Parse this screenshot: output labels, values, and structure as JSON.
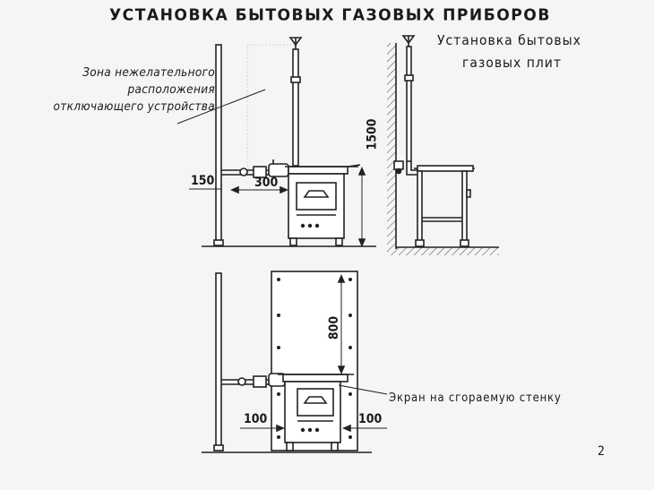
{
  "title": "УСТАНОВКА БЫТОВЫХ ГАЗОВЫХ ПРИБОРОВ",
  "subtitle_line1": "Установка бытовых",
  "subtitle_line2": "газовых плит",
  "zone_label": "Зона нежелательного расположения отключающего устройства",
  "dims": {
    "d150": "150",
    "d300": "300",
    "d1500": "1500",
    "d800": "800",
    "d100_left": "100",
    "d100_right": "100"
  },
  "screen_label": "Экран на сгораемую стенку",
  "page_number": "2"
}
